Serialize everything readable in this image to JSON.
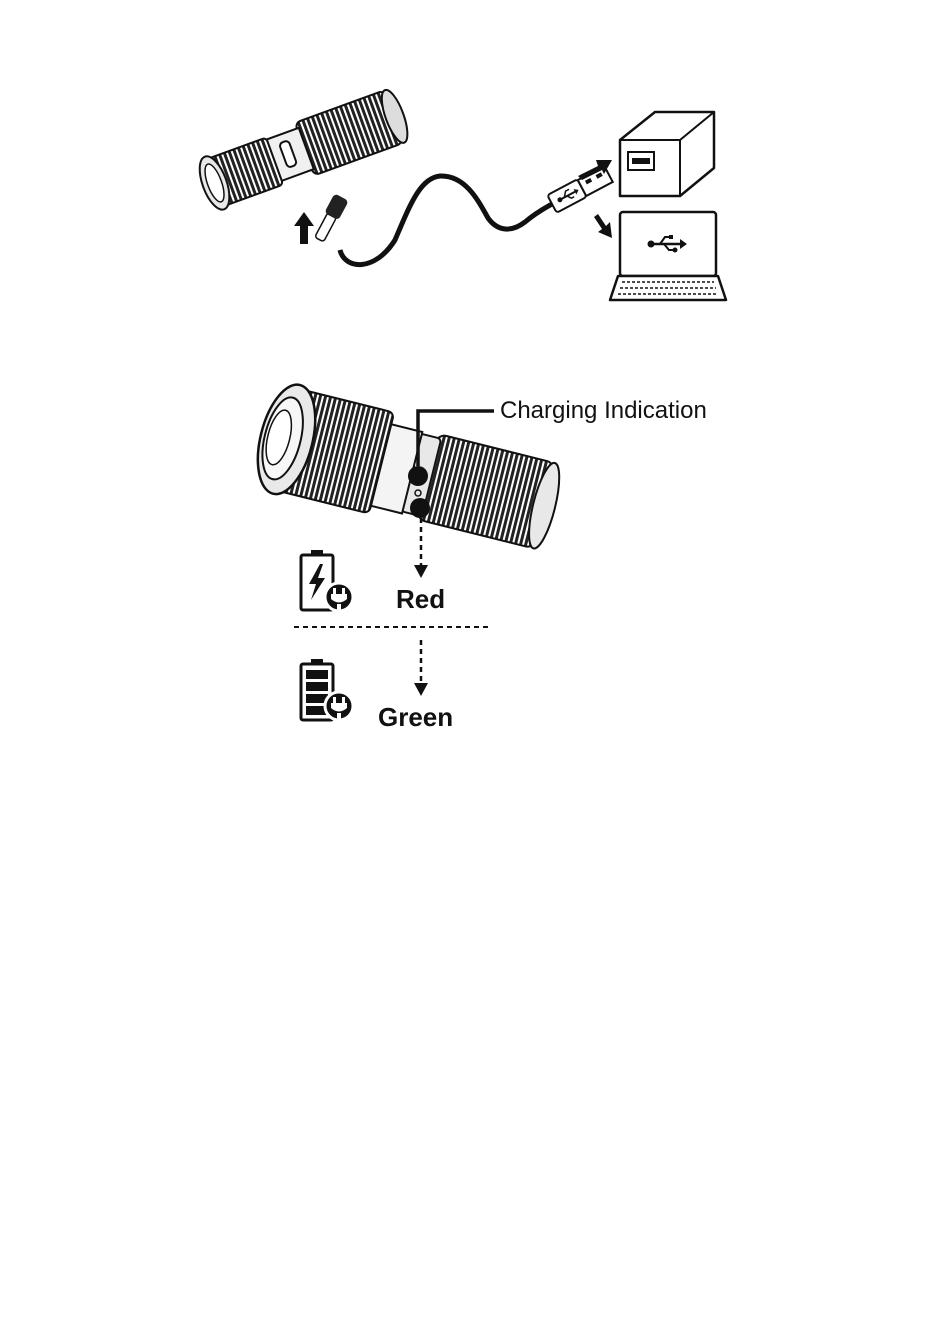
{
  "labels": {
    "charging_indication": "Charging Indication",
    "state_charging": "Red",
    "state_full": "Green"
  },
  "colors": {
    "ink": "#111111",
    "body_grey": "#eeeeee",
    "knurl": "#222222"
  },
  "icons": {
    "charger": "wall-charger-icon",
    "laptop": "laptop-icon",
    "usb": "usb-symbol-icon",
    "charging": "battery-charging-icon",
    "full": "battery-full-icon"
  }
}
